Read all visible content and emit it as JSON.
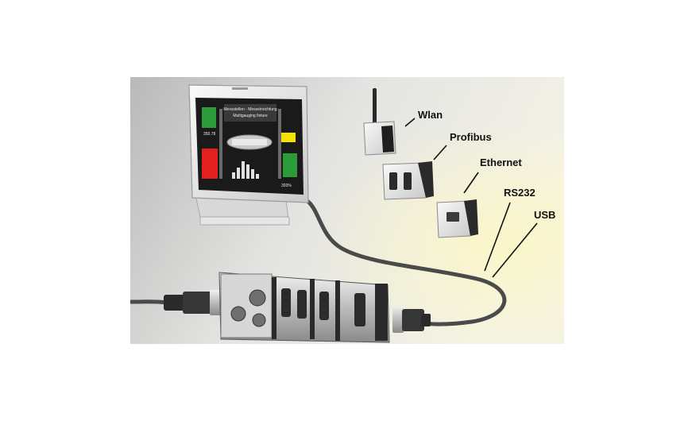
{
  "labels": {
    "wlan": "Wlan",
    "profibus": "Profibus",
    "ethernet": "Ethernet",
    "rs232": "RS232",
    "usb": "USB"
  },
  "monitor": {
    "screen_title_1": "Messstellen - Messeinrichtung",
    "screen_title_2": "Multigauging fixture",
    "readout_left": "350.78",
    "readout_right": "393%"
  },
  "colors": {
    "status_green": "#2e9b3a",
    "status_red": "#e32020",
    "status_yellow": "#f4e200",
    "label_text": "#111111",
    "cable": "#4a4a4a"
  }
}
